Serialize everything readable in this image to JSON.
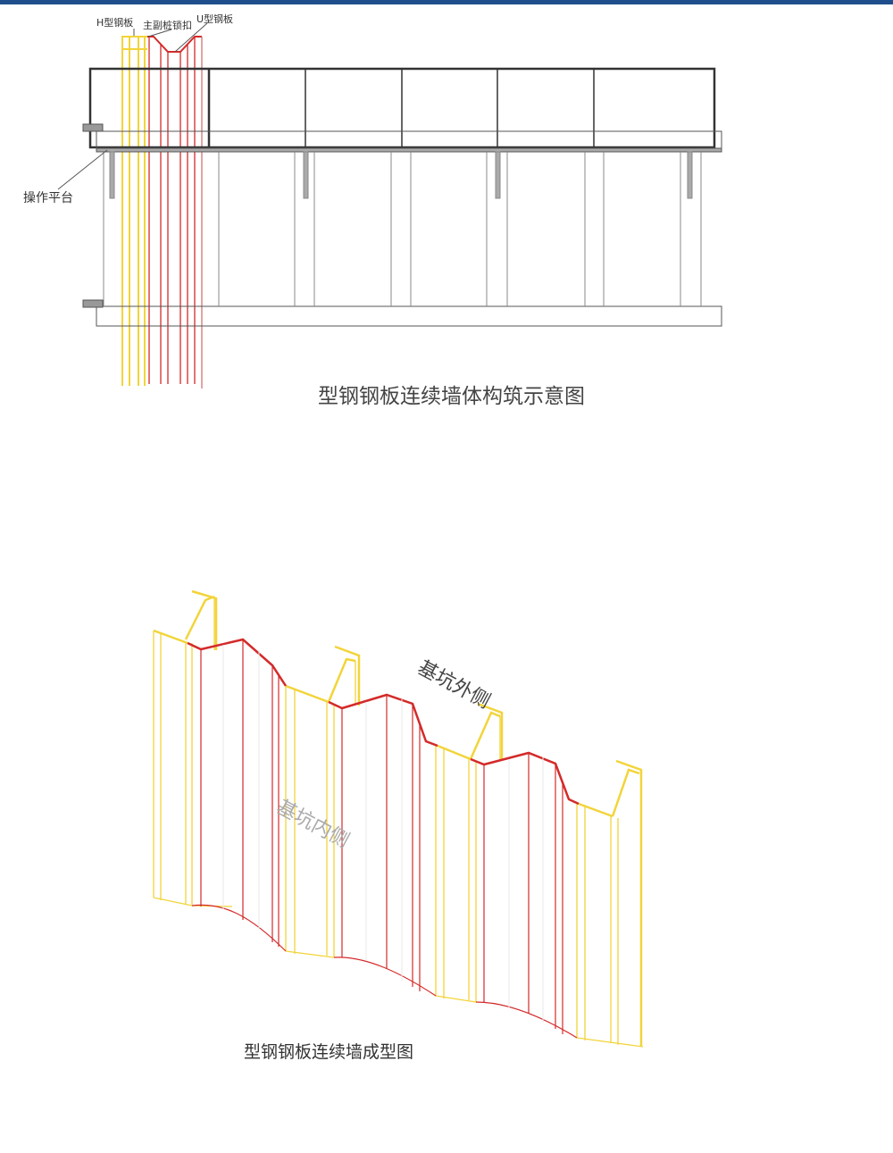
{
  "top_diagram": {
    "labels": {
      "h_sheet": "H型钢板",
      "interlock": "主副桩锁扣",
      "u_sheet": "U型钢板",
      "platform": "操作平台"
    },
    "caption": "型钢钢板连续墙体构筑示意图"
  },
  "bottom_diagram": {
    "labels": {
      "outside": "基坑外侧",
      "inside": "基坑内侧"
    },
    "caption": "型钢钢板连续墙成型图"
  },
  "colors": {
    "header": "#1f4e8c",
    "h_sheet": "#f2d43a",
    "u_sheet": "#d42a2a",
    "frame": "#333333"
  }
}
